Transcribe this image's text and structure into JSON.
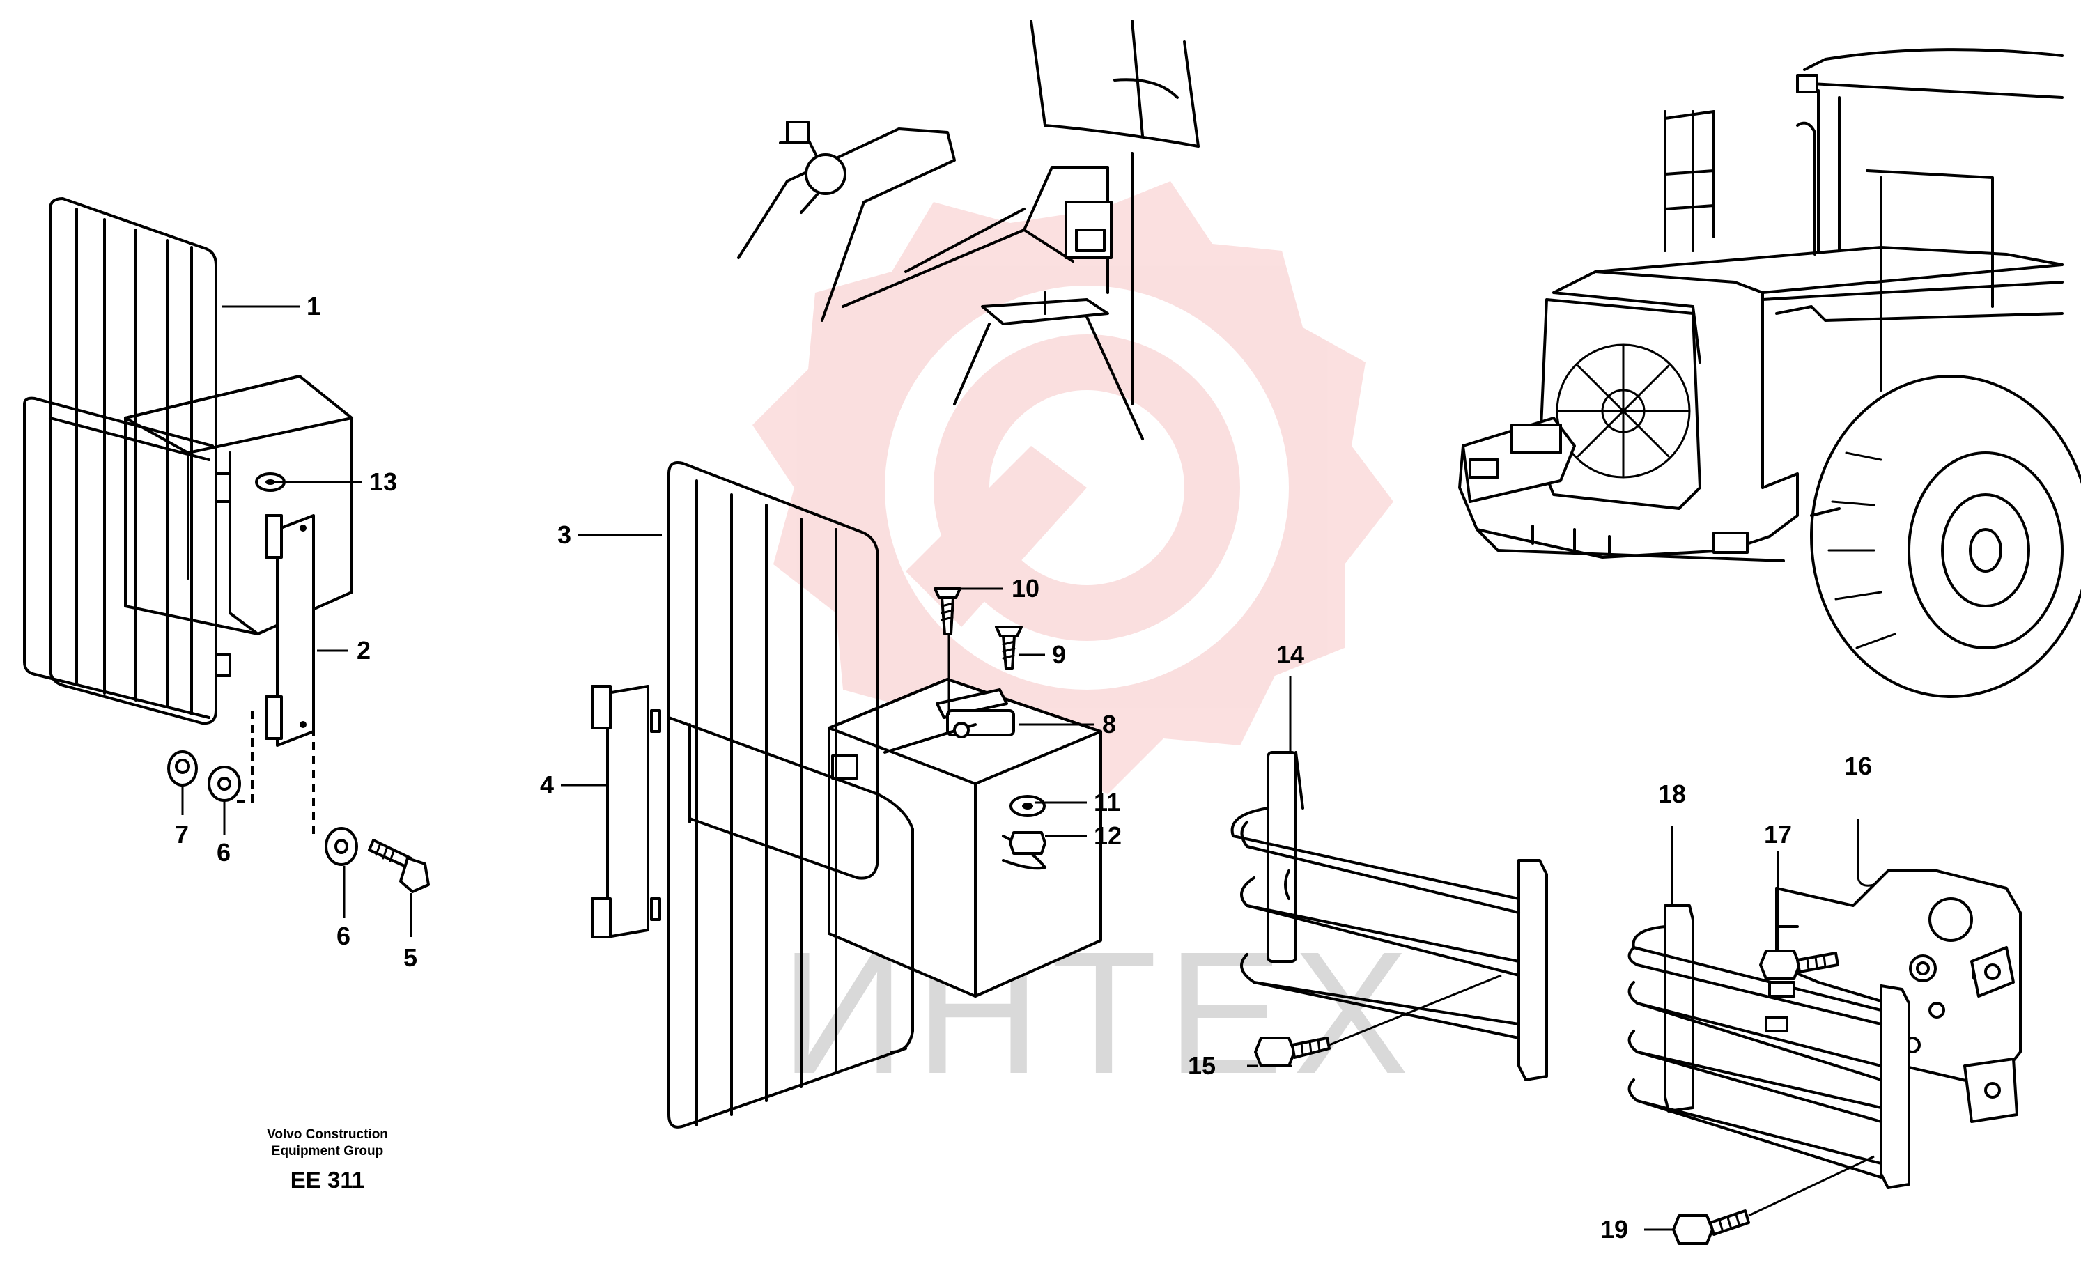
{
  "diagram": {
    "callouts": [
      "1",
      "2",
      "3",
      "4",
      "5",
      "6",
      "6",
      "7",
      "8",
      "9",
      "10",
      "11",
      "12",
      "13",
      "14",
      "15",
      "16",
      "17",
      "18",
      "19"
    ],
    "credit_line1": "Volvo Construction",
    "credit_line2": "Equipment Group",
    "document_id": "EE 311",
    "watermark_text": "ИНТЕХ",
    "watermark_color": "#f7c6c6",
    "line_color": "#000000"
  }
}
